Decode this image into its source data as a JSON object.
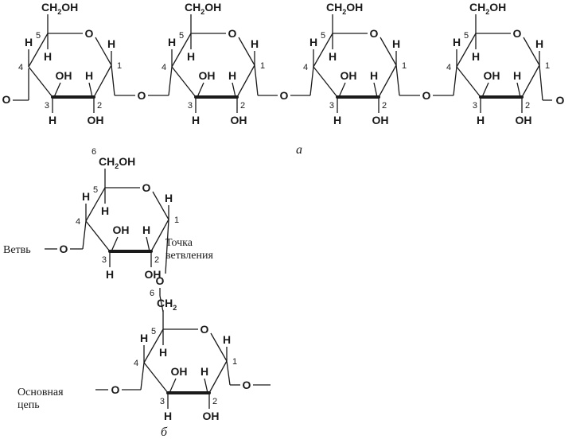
{
  "atoms": {
    "oxygen": "O",
    "hydrogen": "H",
    "hydroxyl": "OH",
    "ch2oh_pre": "CH",
    "ch2oh_sub": "2",
    "ch2oh_post": "OH",
    "ch2": "CH",
    "ch2_sub": "2"
  },
  "positions": {
    "c1": "1",
    "c2": "2",
    "c3": "3",
    "c4": "4",
    "c5": "5",
    "c6": "6"
  },
  "labels": {
    "branch": "Ветвь",
    "branch_point_line1": "Точка",
    "branch_point_line2": "ветвления",
    "main_chain_line1": "Основная",
    "main_chain_line2": "цепь"
  },
  "captions": {
    "a": "а",
    "b": "б"
  },
  "colors": {
    "ink": "#1a1a1a",
    "background": "#ffffff"
  }
}
